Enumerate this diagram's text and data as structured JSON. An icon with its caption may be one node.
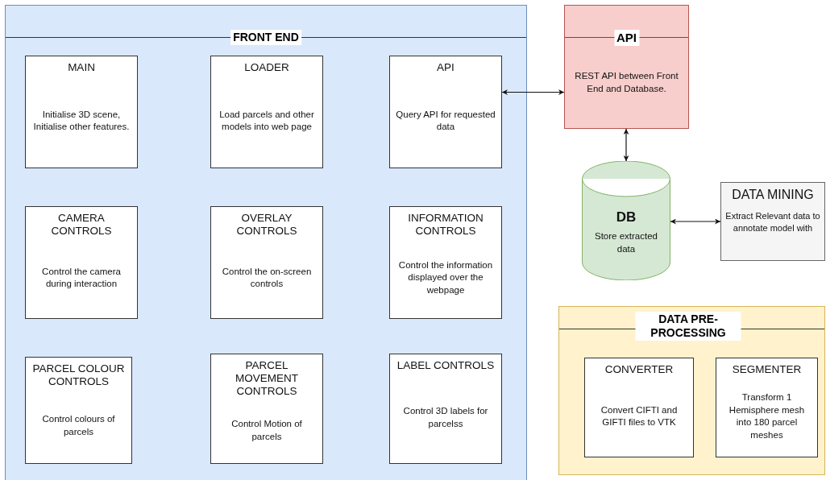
{
  "diagram": {
    "nodes": [
      {
        "text": [
          "FRONT END"
        ]
      },
      {
        "text": [
          "MAIN",
          "Initialise 3D scene, Initialise other features."
        ],
        "in": 0
      },
      {
        "text": [
          "LOADER",
          "Load parcels and other models into web page"
        ],
        "in": 0
      },
      {
        "text": [
          "API",
          "Query API for requested data"
        ],
        "in": 0
      },
      {
        "text": [
          "CAMERA CONTROLS",
          "Control the camera during interaction"
        ],
        "in": 0
      },
      {
        "text": [
          "OVERLAY CONTROLS",
          "Control the on-screen controls"
        ],
        "in": 0
      },
      {
        "text": [
          "INFORMATION CONTROLS",
          "Control the information displayed over the webpage"
        ],
        "in": 0
      },
      {
        "text": [
          "PARCEL COLOUR CONTROLS",
          "Control colours of parcels"
        ],
        "in": 0
      },
      {
        "text": [
          "PARCEL MOVEMENT CONTROLS",
          "Control Motion of parcels"
        ],
        "in": 0
      },
      {
        "text": [
          "LABEL CONTROLS",
          "Control 3D labels for parcelss"
        ],
        "in": 0
      },
      {
        "text": [
          "API",
          "REST API between Front End and Database."
        ]
      },
      {
        "text": [
          "DB",
          "Store extracted data"
        ]
      },
      {
        "text": [
          "DATA MINING",
          "Extract Relevant data to annotate model with"
        ]
      },
      {
        "text": [
          "DATA PRE-PROCESSING"
        ]
      },
      {
        "text": [
          "CONVERTER",
          "Convert CIFTI and GIFTI files to VTK"
        ],
        "in": 13
      },
      {
        "text": [
          "SEGMENTER",
          "Transform 1 Hemisphere mesh into 180 parcel meshes"
        ],
        "in": 13
      }
    ],
    "edges": [
      {
        "from": 3,
        "to": 10,
        "arrow": "both"
      },
      {
        "from": 10,
        "to": 11,
        "arrow": "both"
      },
      {
        "from": 11,
        "to": 12,
        "arrow": "both"
      }
    ]
  }
}
